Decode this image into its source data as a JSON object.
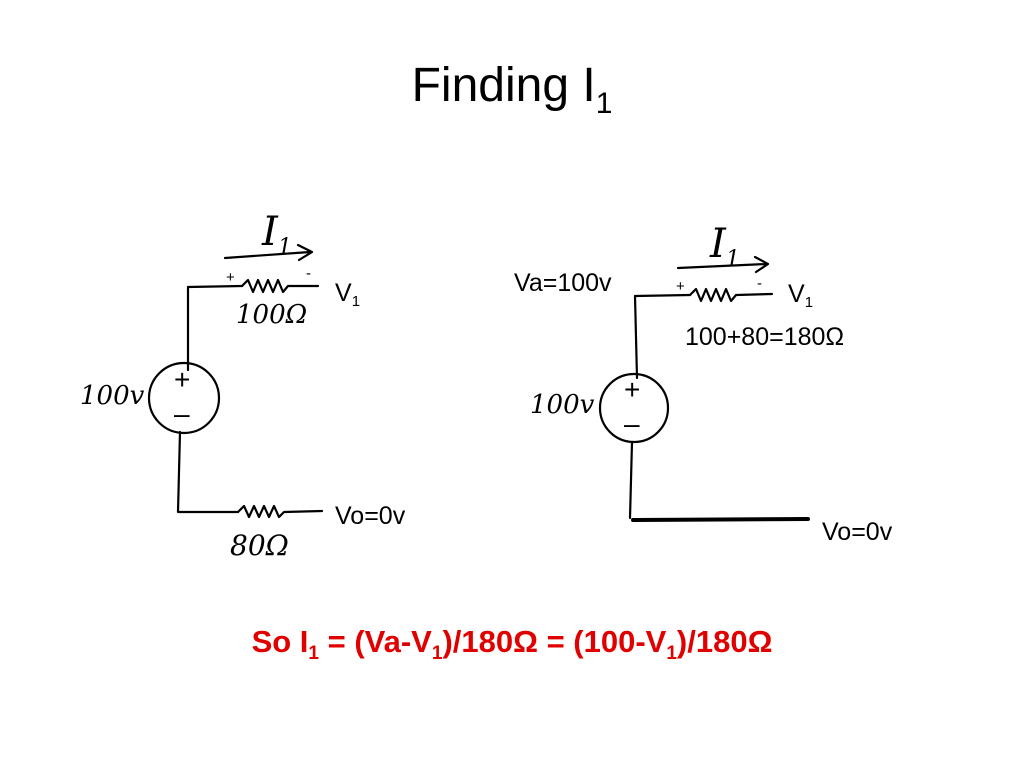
{
  "title": {
    "text": "Finding I",
    "sub": "1"
  },
  "left_circuit": {
    "current_label": "I",
    "current_sub": "1",
    "plus_sign": "+",
    "minus_sign": "-",
    "top_resistor": "100Ω",
    "node_label": "V",
    "node_sub": "1",
    "source_value": "100v",
    "source_plus": "+",
    "source_minus": "–",
    "bottom_resistor": "80Ω",
    "ground_label": "Vo=0v"
  },
  "right_circuit": {
    "current_label": "I",
    "current_sub": "1",
    "va_label": "Va=100v",
    "plus_sign": "+",
    "minus_sign": "-",
    "node_label": "V",
    "node_sub": "1",
    "equivalent_resistance": "100+80=180Ω",
    "source_value": "100v",
    "source_plus": "+",
    "source_minus": "–",
    "ground_label": "Vo=0v"
  },
  "equation": {
    "prefix": "So I",
    "sub1": "1",
    "mid1": " = (Va-V",
    "sub2": "1",
    "mid2": ")/180Ω = (100-V",
    "sub3": "1",
    "end": ")/180Ω",
    "color": "#e00000"
  }
}
